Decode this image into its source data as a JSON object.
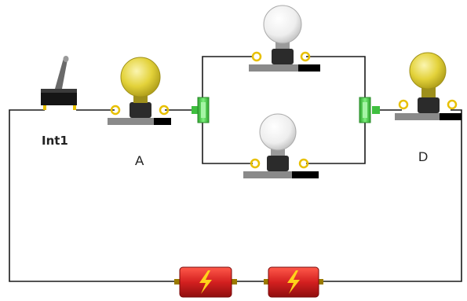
{
  "labels": {
    "switch": "Int1",
    "bulb_a": "A",
    "bulb_d": "D"
  },
  "components": {
    "switch_icon": "toggle-switch-icon",
    "bulb_icon": "light-bulb-icon",
    "battery_icon": "battery-icon",
    "junction_icon": "junction-connector-icon"
  },
  "bulbs": [
    {
      "id": "A",
      "state": "lit"
    },
    {
      "id": "top-parallel",
      "state": "off"
    },
    {
      "id": "bottom-parallel",
      "state": "off"
    },
    {
      "id": "D",
      "state": "lit"
    }
  ],
  "colors": {
    "wire": "#1a1a1a",
    "bulb_lit": "#e3d23a",
    "bulb_off": "#f2f2f2",
    "battery": "#d42020",
    "junction": "#4cd44c",
    "terminal": "#e8c000"
  }
}
